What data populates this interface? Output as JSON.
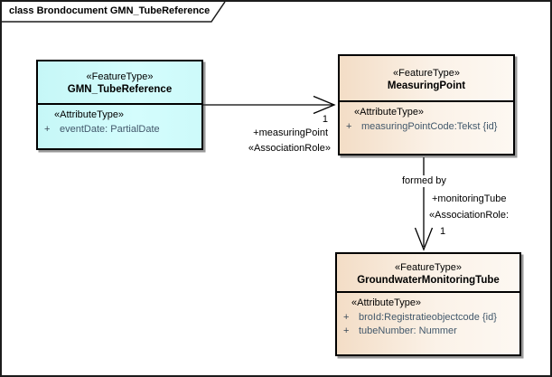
{
  "frame": {
    "title": "class Brondocument GMN_TubeReference"
  },
  "colors": {
    "cyan_class_fill": "#CDFAFA",
    "beige_class_fill": "#F3DDC6",
    "border": "#000000",
    "attribute_text": "#42586B",
    "background": "#FFFFFF"
  },
  "classes": [
    {
      "stereotype": "«FeatureType»",
      "name": "GMN_TubeReference",
      "attr_stereotype": "«AttributeType»",
      "attributes": [
        {
          "visibility": "+",
          "text": "eventDate: PartialDate"
        }
      ]
    },
    {
      "stereotype": "«FeatureType»",
      "name": "MeasuringPoint",
      "attr_stereotype": "«AttributeType»",
      "attributes": [
        {
          "visibility": "+",
          "text": "measuringPointCode:Tekst {id}"
        }
      ]
    },
    {
      "stereotype": "«FeatureType»",
      "name": "GroundwaterMonitoringTube",
      "attr_stereotype": "«AttributeType»",
      "attributes": [
        {
          "visibility": "+",
          "text": "broId:Registratieobjectcode {id}"
        },
        {
          "visibility": "+",
          "text": "tubeNumber: Nummer"
        }
      ]
    }
  ],
  "connectors": {
    "measuring_point": {
      "multiplicity": "1",
      "role": "+measuringPoint",
      "stereotype": "«AssociationRole»"
    },
    "monitoring_tube": {
      "name": "formed by",
      "role": "+monitoringTube",
      "stereotype": "«AssociationRole:",
      "multiplicity": "1"
    }
  }
}
